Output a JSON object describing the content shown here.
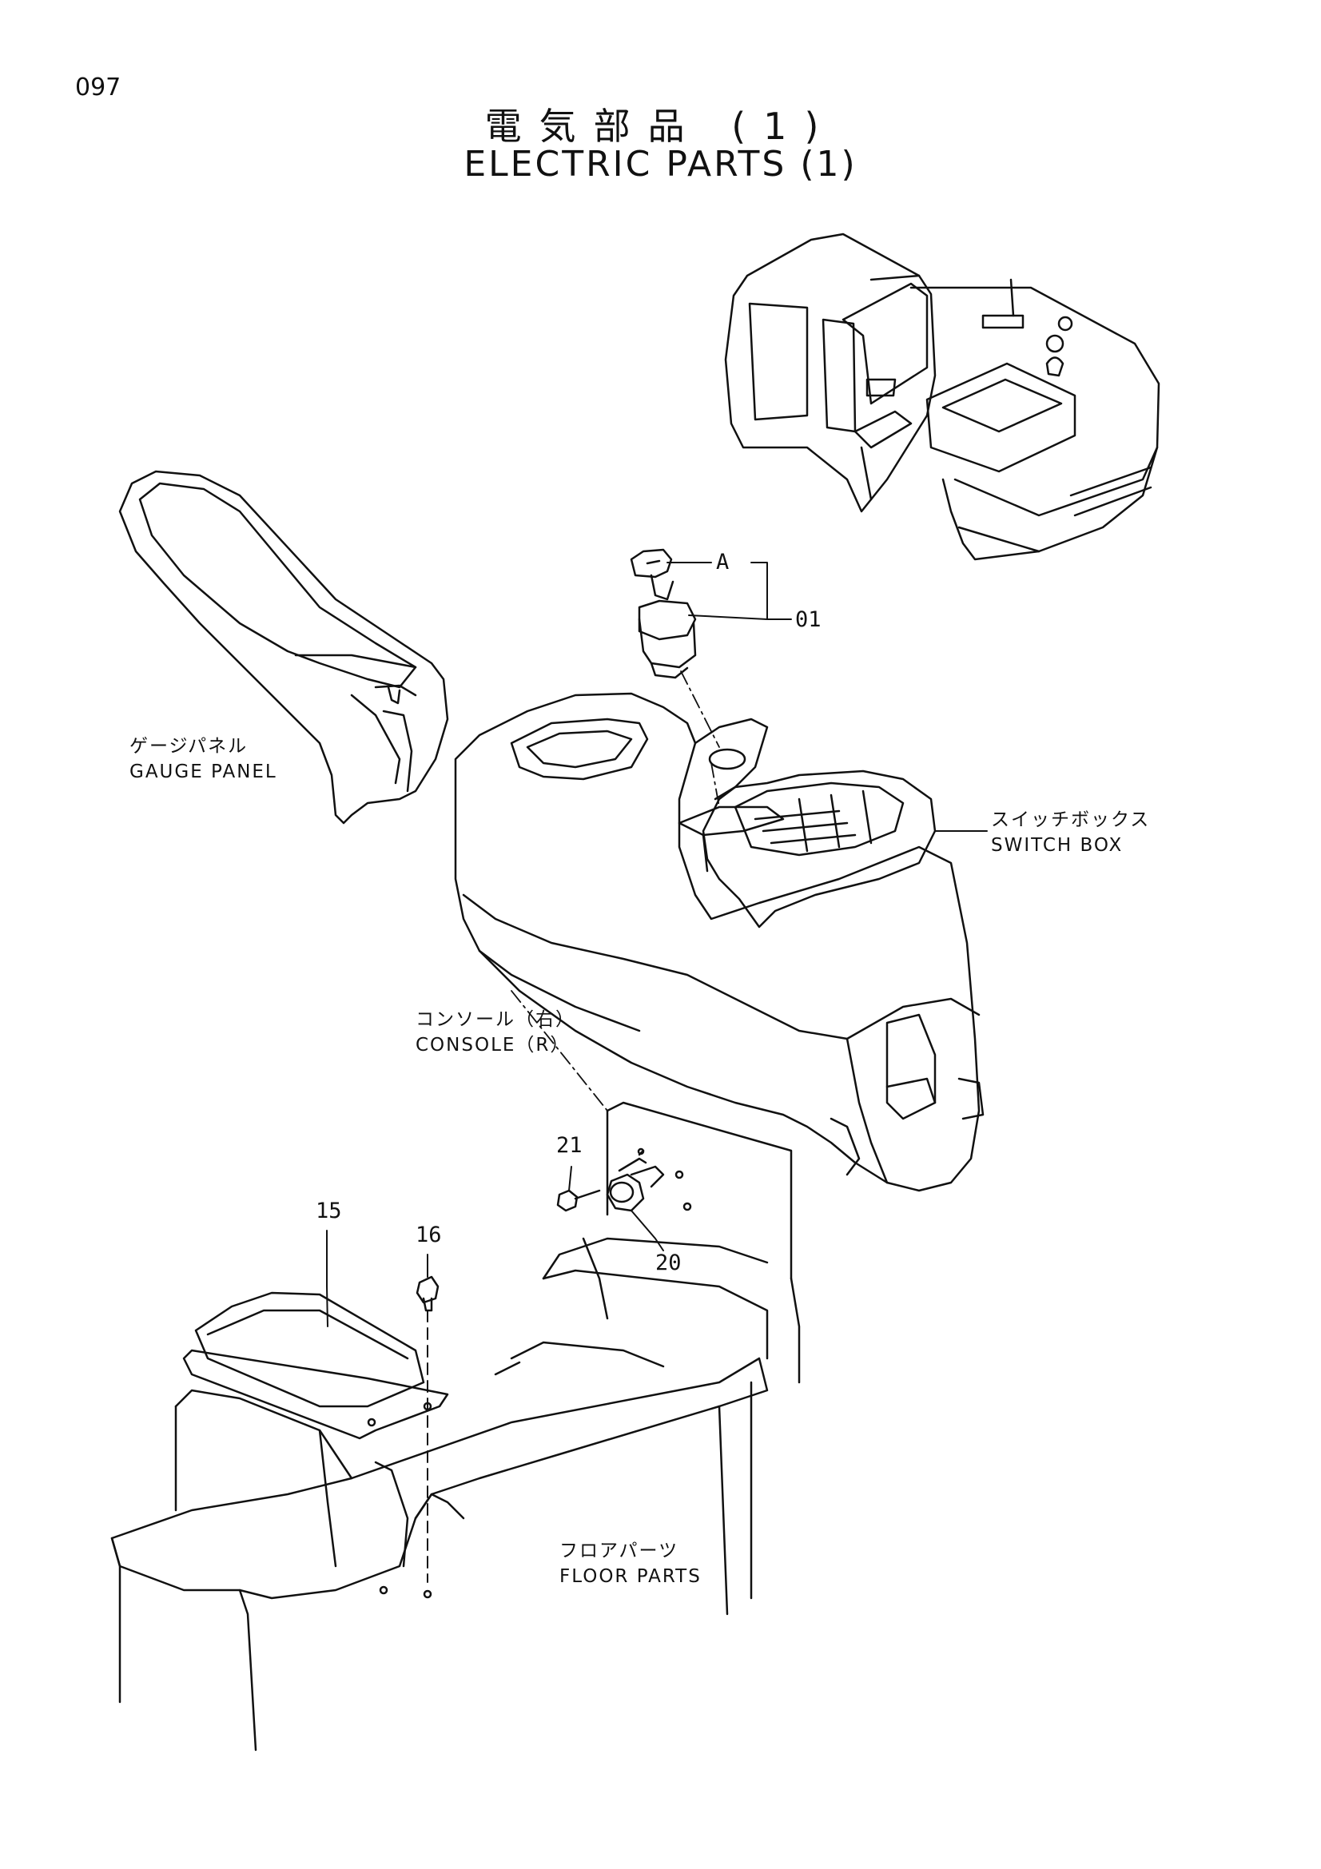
{
  "page": {
    "number": "097"
  },
  "title": {
    "jp": "電気部品 (1)",
    "en": "ELECTRIC PARTS (1)"
  },
  "labels": {
    "gauge_panel": {
      "jp": "ゲージパネル",
      "en": "GAUGE PANEL"
    },
    "switch_box": {
      "jp": "スイッチボックス",
      "en": "SWITCH BOX"
    },
    "console_r": {
      "jp": "コンソール（右）",
      "en": "CONSOLE（R）"
    },
    "floor_parts": {
      "jp": "フロアパーツ",
      "en": "FLOOR PARTS"
    }
  },
  "callouts": {
    "a": "A",
    "p01": "01",
    "p15": "15",
    "p16": "16",
    "p20": "20",
    "p21": "21"
  }
}
